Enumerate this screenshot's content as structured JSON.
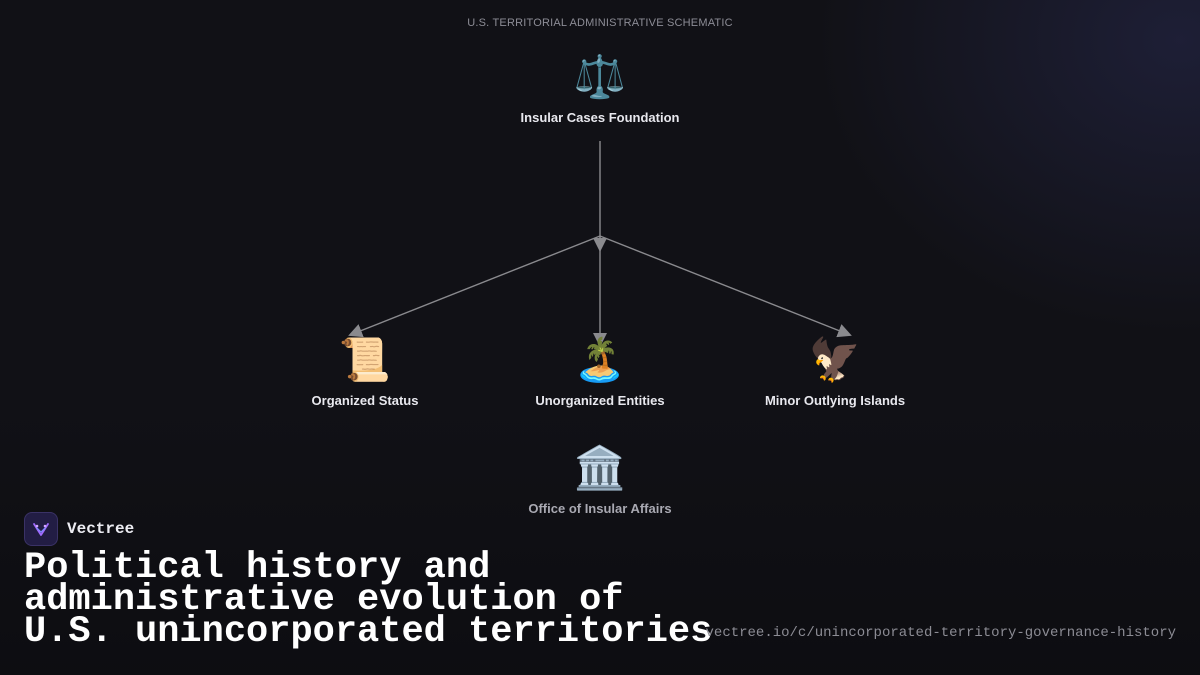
{
  "diagram": {
    "title": "U.S. TERRITORIAL ADMINISTRATIVE SCHEMATIC",
    "nodes": [
      {
        "id": "root",
        "label": "Insular Cases Foundation",
        "icon": "⚖️",
        "icon_name": "scales-icon"
      },
      {
        "id": "organized",
        "label": "Organized Status",
        "icon": "📜",
        "icon_name": "scroll-icon"
      },
      {
        "id": "unorganized",
        "label": "Unorganized Entities",
        "icon": "🏝️",
        "icon_name": "island-icon"
      },
      {
        "id": "outlying",
        "label": "Minor Outlying Islands",
        "icon": "🦅",
        "icon_name": "eagle-icon"
      },
      {
        "id": "office",
        "label": "Office of Insular Affairs",
        "icon": "🏛️",
        "icon_name": "government-building-icon"
      }
    ],
    "edges": [
      {
        "from": "root",
        "to": "organized"
      },
      {
        "from": "root",
        "to": "unorganized"
      },
      {
        "from": "root",
        "to": "outlying"
      }
    ]
  },
  "brand": {
    "name": "Vectree"
  },
  "headline": "Political history and administrative evolution of U.S. unincorporated territories",
  "url": "vectree.io/c/unincorporated-territory-governance-history",
  "colors": {
    "background": "#111116",
    "edge": "#8a8a8e",
    "logo_bg": "#221d44",
    "logo_accent": "#a06bff"
  }
}
